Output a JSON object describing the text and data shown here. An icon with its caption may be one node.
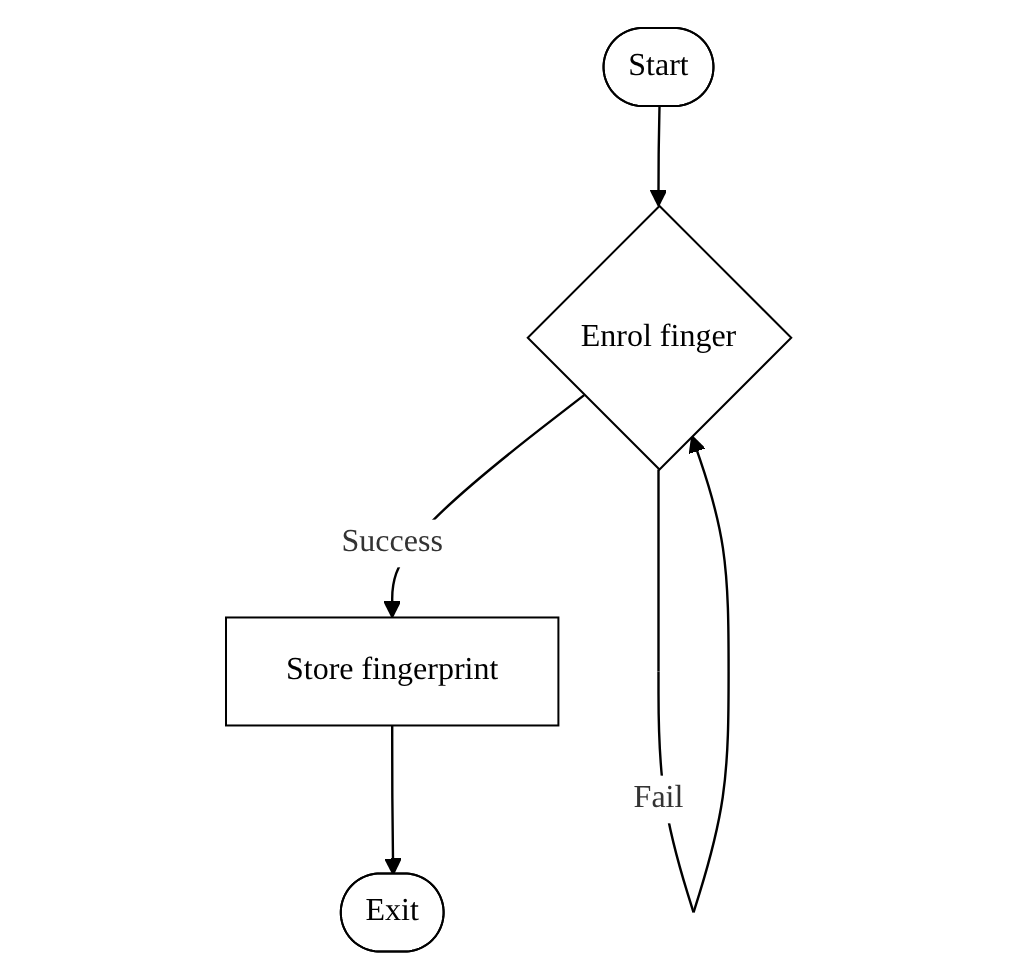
{
  "diagram": {
    "nodes": [
      {
        "text": [
          "Start"
        ]
      },
      {
        "text": [
          "Enrol finger"
        ]
      },
      {
        "text": [
          "Store fingerprint"
        ]
      },
      {
        "text": [
          "Exit"
        ]
      }
    ],
    "edges": [
      {
        "from": 0,
        "to": 1,
        "arrow": "to"
      },
      {
        "from": 1,
        "to": 2,
        "arrow": "to",
        "label": "Success"
      },
      {
        "from": 1,
        "to": 1,
        "arrow": "to",
        "label": "Fail"
      },
      {
        "from": 2,
        "to": 3,
        "arrow": "to"
      }
    ]
  }
}
